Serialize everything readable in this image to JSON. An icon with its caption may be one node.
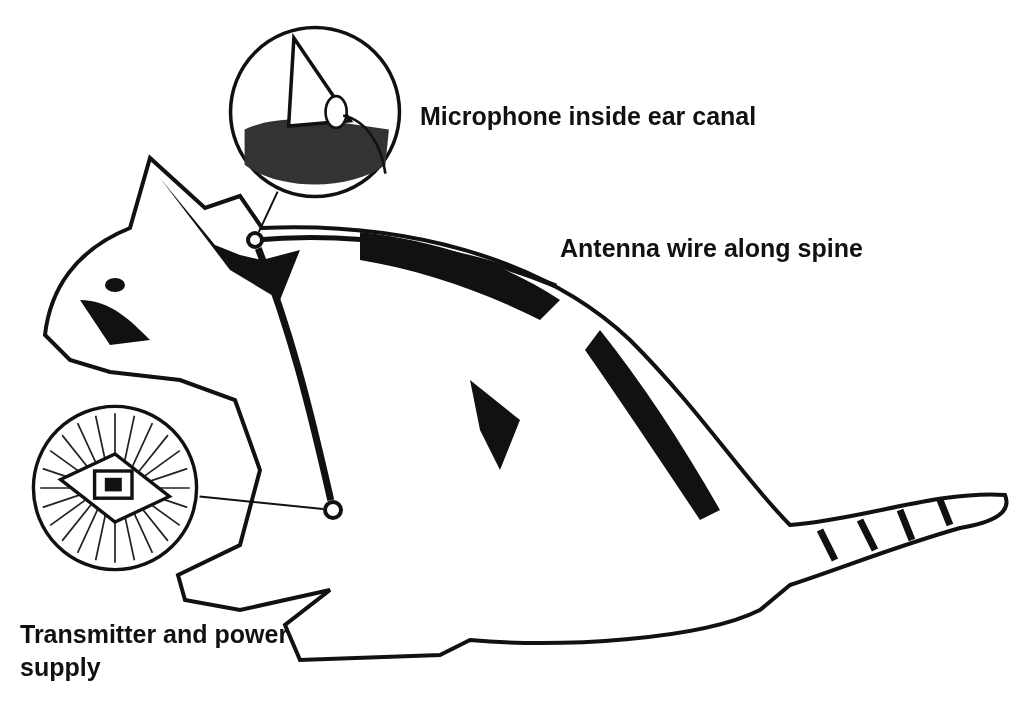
{
  "diagram": {
    "nodes": [
      {
        "text": [],
        "shape": "picture"
      },
      {
        "text": [],
        "shape": "circle"
      },
      {
        "text": [],
        "shape": "circle"
      },
      {
        "text": [],
        "shape": "picture"
      }
    ],
    "edges": [
      {
        "from": 0,
        "to": 1,
        "arrow": "none"
      },
      {
        "from": 1,
        "to": 2,
        "arrow": "none",
        "style": "thick"
      },
      {
        "from": 3,
        "to": 2,
        "arrow": "none"
      }
    ],
    "labels": [
      "Microphone inside ear canal",
      "Antenna wire along spine",
      "Transmitter and power supply"
    ]
  }
}
